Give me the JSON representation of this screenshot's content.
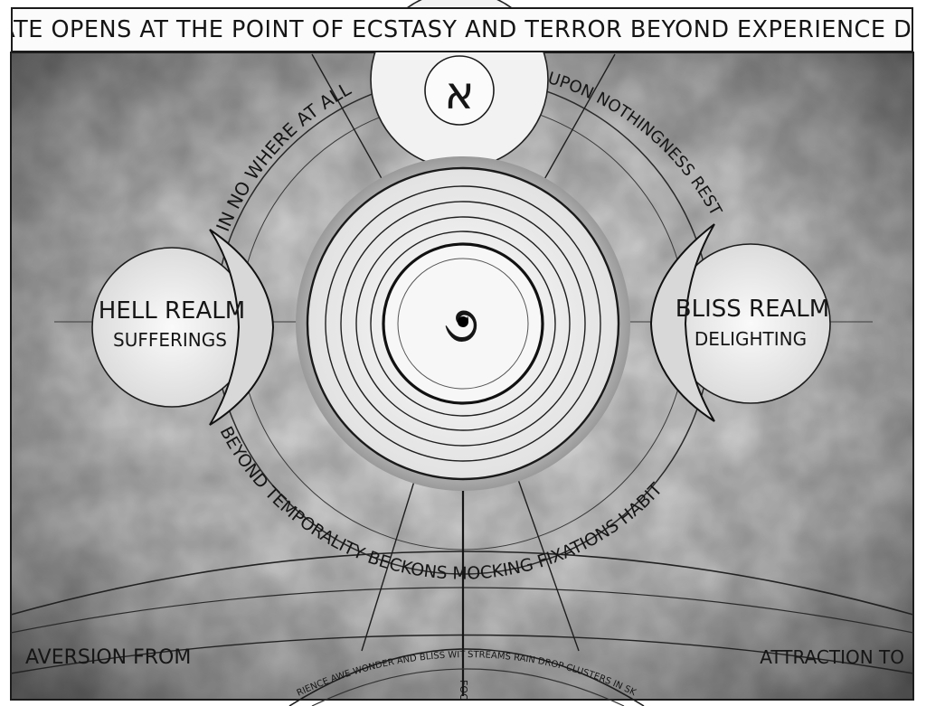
{
  "title": "A GATE OPENS AT THE POINT OF ECSTASY AND TERROR BEYOND EXPERIENCE DAWN",
  "top_glyph": "א",
  "center_glyph": "૭",
  "arc_texts": {
    "upper_left": "IN NO WHERE AT ALL",
    "upper_right": "UPON NOTHINGNESS REST",
    "lower": "BEYOND TEMPORALITY BECKONS MOCKING FIXATIONS HABIT"
  },
  "left_realm": {
    "title": "HELL REALM",
    "subtitle": "SUFFERINGS"
  },
  "right_realm": {
    "title": "BLISS REALM",
    "subtitle": "DELIGHTING"
  },
  "bottom_left": "AVERSION FROM",
  "bottom_right": "ATTRACTION TO",
  "bottom_arc_left": "RIENCE AWE WONDER AND BLISS WITHIN",
  "bottom_arc_right": "STREAMS RAIN DROP CLUSTERS IN SKY",
  "bottom_center": "FOC"
}
